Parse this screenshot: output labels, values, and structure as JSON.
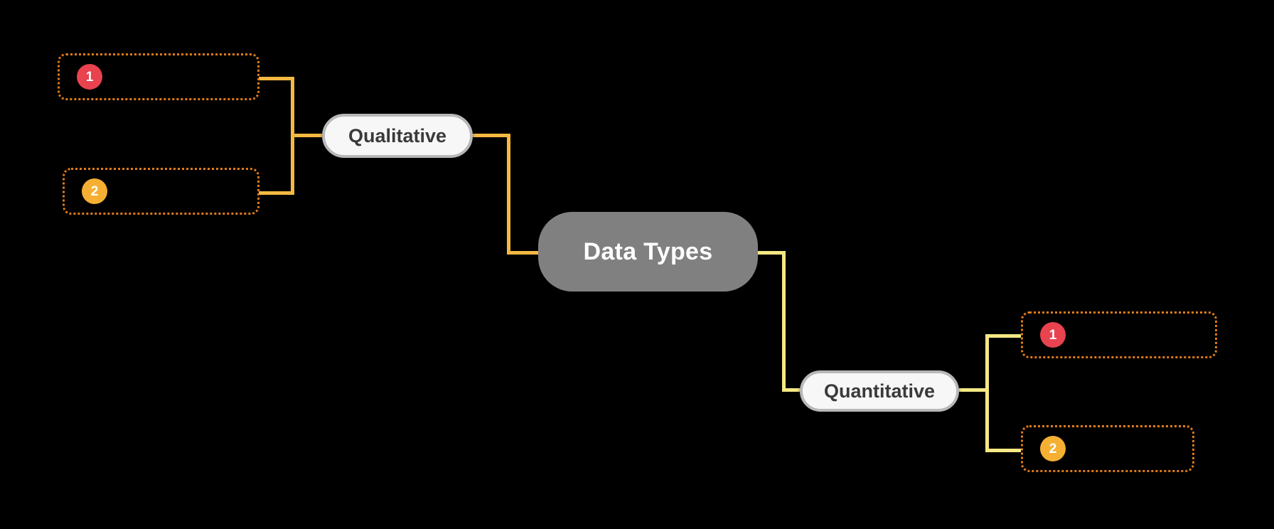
{
  "diagram": {
    "type": "mind-map",
    "background_color": "#000000",
    "root": {
      "label": "Data Types",
      "fill_color": "#808080",
      "text_color": "#ffffff"
    },
    "branches": [
      {
        "id": "qualitative",
        "label": "Qualitative",
        "side": "left",
        "connector_color": "#f5b942",
        "node_fill": "#f7f7f7",
        "node_text_color": "#3a3a3a",
        "children": [
          {
            "badge": "1",
            "badge_color": "#e8434f",
            "text": "",
            "border_color": "#e07b18"
          },
          {
            "badge": "2",
            "badge_color": "#f5b033",
            "text": "",
            "border_color": "#e07b18"
          }
        ]
      },
      {
        "id": "quantitative",
        "label": "Quantitative",
        "side": "right",
        "connector_color": "#f5e884",
        "node_fill": "#f7f7f7",
        "node_text_color": "#3a3a3a",
        "children": [
          {
            "badge": "1",
            "badge_color": "#e8434f",
            "text": "",
            "border_color": "#e07b18"
          },
          {
            "badge": "2",
            "badge_color": "#f5b033",
            "text": "",
            "border_color": "#e07b18"
          }
        ]
      }
    ]
  }
}
